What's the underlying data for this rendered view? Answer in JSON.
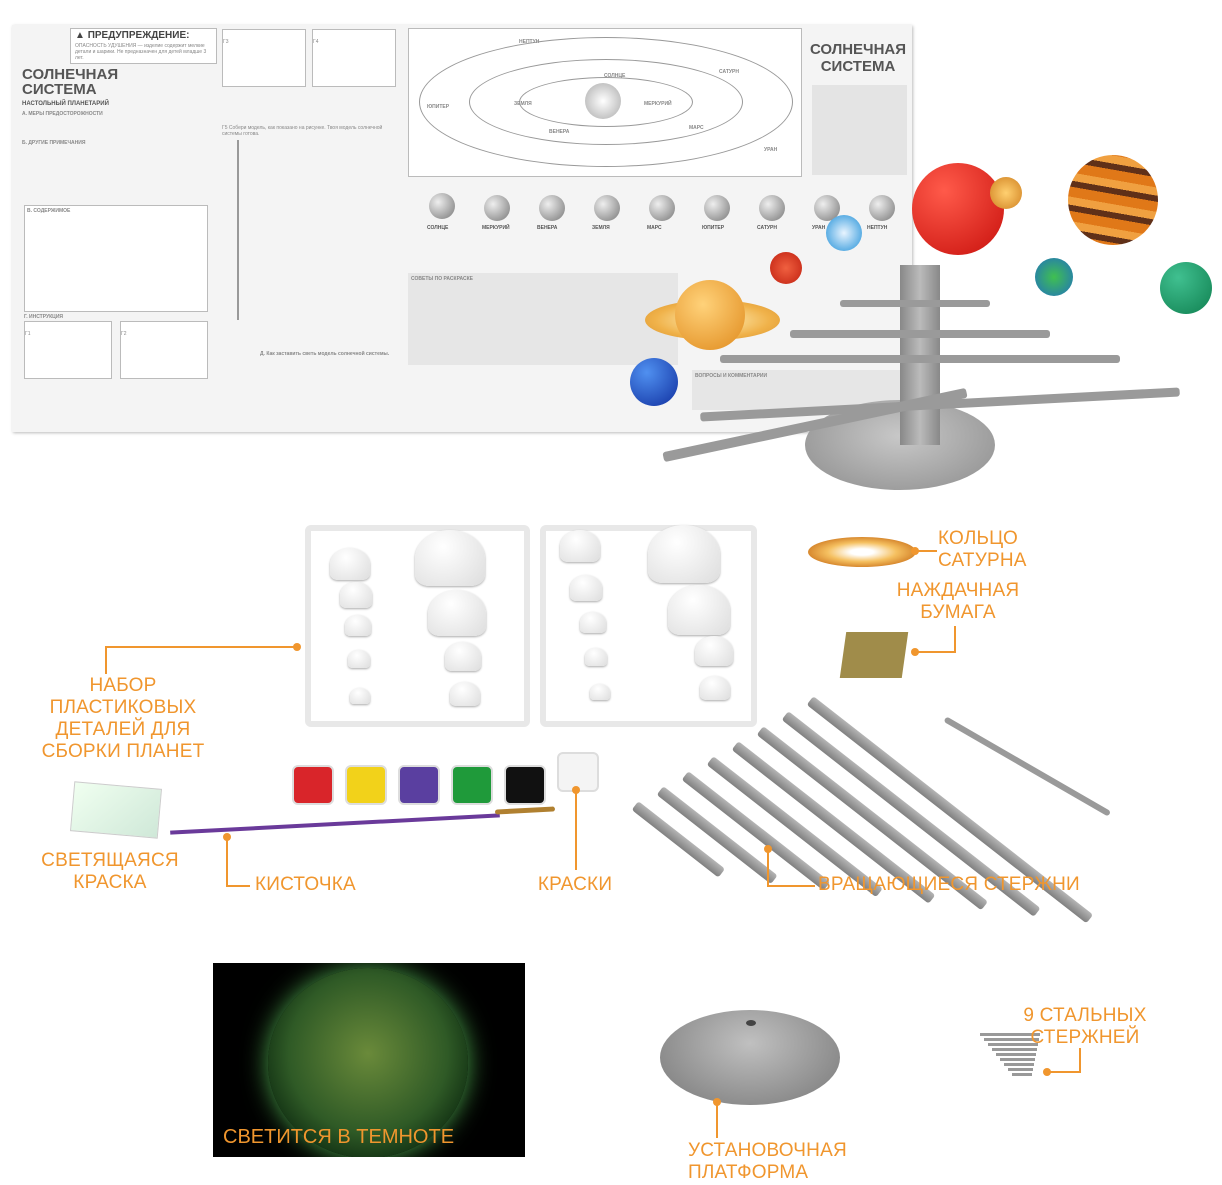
{
  "instruction_sheet": {
    "warning_title": "ПРЕДУПРЕЖДЕНИЕ:",
    "warning_text": "ОПАСНОСТЬ УДУШЕНИЯ — изделие содержит мелкие детали и шарики. Не предназначен для детей младше 3 лет.",
    "title": "СОЛНЕЧНАЯ СИСТЕМА",
    "subtitle": "НАСТОЛЬНЫЙ ПЛАНЕТАРИЙ",
    "section_a": "А. МЕРЫ ПРЕДОСТОРОЖНОСТИ",
    "section_b": "Б. ДРУГИЕ ПРИМЕЧАНИЯ",
    "section_v": "В. СОДЕРЖИМОЕ",
    "section_g": "Г. ИНСТРУКЦИЯ",
    "step_g3": "Г3",
    "step_g4": "Г4",
    "step_g1": "Г1",
    "step_g2": "Г2",
    "step_g5": "Г5 Собери модель, как показано на рисунке. Твоя модель солнечной системы готова.",
    "step_d": "Д. Как заставить светь модель солнечной системы.",
    "right_title": "СОЛНЕЧНАЯ СИСТЕМА",
    "tips_title": "СОВЕТЫ ПО РАСКРАСКЕ",
    "questions_title": "ВОПРОСЫ И КОММЕНТАРИИ",
    "orbit_labels": [
      "НЕПТУН",
      "САТУРН",
      "СОЛНЦЕ",
      "ЗЕМЛЯ",
      "МЕРКУРИЙ",
      "ЮПИТЕР",
      "ВЕНЕРА",
      "МАРС",
      "УРАН"
    ],
    "planets": [
      "СОЛНЦЕ",
      "МЕРКУРИЙ",
      "ВЕНЕРА",
      "ЗЕМЛЯ",
      "МАРС",
      "ЮПИТЕР",
      "САТУРН",
      "УРАН",
      "НЕПТУН"
    ]
  },
  "callouts": {
    "saturn_ring": "КОЛЬЦО САТУРНА",
    "sandpaper": "НАЖДАЧНАЯ БУМАГА",
    "plastic_parts": "НАБОР ПЛАСТИКОВЫХ ДЕТАЛЕЙ ДЛЯ СБОРКИ ПЛАНЕТ",
    "glow_paint": "СВЕТЯЩАЯСЯ КРАСКА",
    "brush": "КИСТОЧКА",
    "paints": "КРАСКИ",
    "rotating_rods": "ВРАЩАЮЩИЕСЯ СТЕРЖНИ",
    "glow_in_dark": "СВЕТИТСЯ В ТЕМНОТЕ",
    "platform": "УСТАНОВОЧНАЯ ПЛАТФОРМА",
    "steel_rods": "9 СТАЛЬНЫХ СТЕРЖНЕЙ"
  },
  "colors": {
    "accent": "#F0962E",
    "paints": [
      "#d9252a",
      "#f2d21a",
      "#5a3fa0",
      "#1f9a3a",
      "#111111",
      "#f4f4f4"
    ]
  }
}
